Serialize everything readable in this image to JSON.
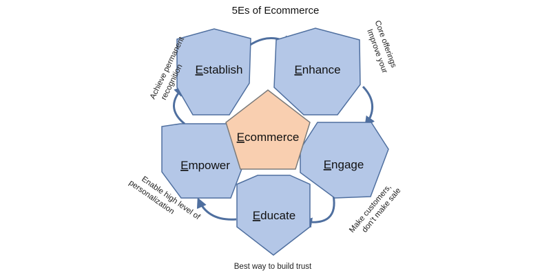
{
  "title": "5Es of Ecommerce",
  "center": {
    "initial": "E",
    "rest": "commerce",
    "fill": "#f9cfb0"
  },
  "nodes": [
    {
      "id": "establish",
      "initial": "E",
      "rest": "stablish"
    },
    {
      "id": "enhance",
      "initial": "E",
      "rest": "nhance"
    },
    {
      "id": "engage",
      "initial": "E",
      "rest": "ngage"
    },
    {
      "id": "educate",
      "initial": "E",
      "rest": "ducate"
    },
    {
      "id": "empower",
      "initial": "E",
      "rest": "mpower"
    }
  ],
  "node_fill": "#b4c7e7",
  "node_stroke": "#4f6f9f",
  "arrow_color": "#4f6f9f",
  "notes": {
    "establish": [
      "Achieve permanent",
      "recognition"
    ],
    "enhance": [
      "Improve your",
      "Core offerings"
    ],
    "engage": [
      "Make customers,",
      "don’t make sale"
    ],
    "educate": [
      "Best way to build trust"
    ],
    "empower": [
      "Enable high level of",
      "personalization"
    ]
  }
}
